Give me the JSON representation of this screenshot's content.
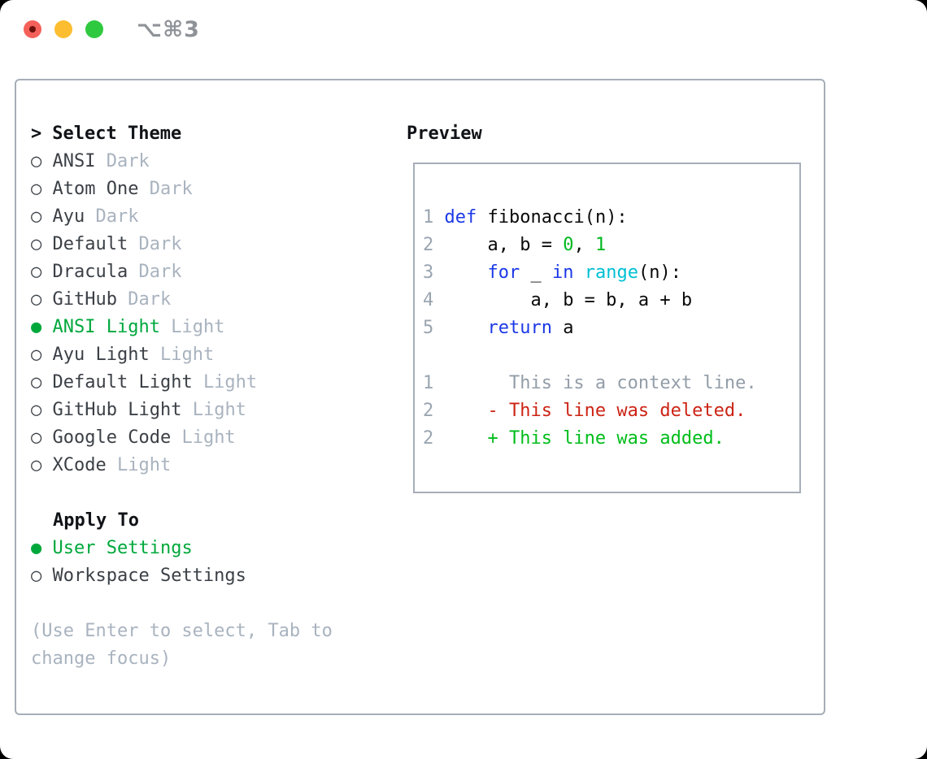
{
  "window": {
    "title": "⌥⌘3"
  },
  "theme_selector": {
    "header": {
      "marker": ">",
      "label": "Select Theme"
    },
    "items": [
      {
        "marker": "○",
        "name": "ANSI",
        "variant": "Dark",
        "selected": false
      },
      {
        "marker": "○",
        "name": "Atom One",
        "variant": "Dark",
        "selected": false
      },
      {
        "marker": "○",
        "name": "Ayu",
        "variant": "Dark",
        "selected": false
      },
      {
        "marker": "○",
        "name": "Default",
        "variant": "Dark",
        "selected": false
      },
      {
        "marker": "○",
        "name": "Dracula",
        "variant": "Dark",
        "selected": false
      },
      {
        "marker": "○",
        "name": "GitHub",
        "variant": "Dark",
        "selected": false
      },
      {
        "marker": "●",
        "name": "ANSI Light",
        "variant": "Light",
        "selected": true
      },
      {
        "marker": "○",
        "name": "Ayu Light",
        "variant": "Light",
        "selected": false
      },
      {
        "marker": "○",
        "name": "Default Light",
        "variant": "Light",
        "selected": false
      },
      {
        "marker": "○",
        "name": "GitHub Light",
        "variant": "Light",
        "selected": false
      },
      {
        "marker": "○",
        "name": "Google Code",
        "variant": "Light",
        "selected": false
      },
      {
        "marker": "○",
        "name": "XCode",
        "variant": "Light",
        "selected": false
      }
    ],
    "apply_to": {
      "header": "Apply To",
      "options": [
        {
          "marker": "●",
          "label": "User Settings",
          "selected": true
        },
        {
          "marker": "○",
          "label": "Workspace Settings",
          "selected": false
        }
      ]
    },
    "hint_lines": [
      "(Use Enter to select, Tab to",
      "change focus)"
    ]
  },
  "preview": {
    "header": "Preview",
    "code_lines": [
      {
        "tokens": [
          {
            "t": "1",
            "c": "ln"
          },
          {
            "t": " ",
            "c": "pl"
          },
          {
            "t": "def",
            "c": "kw"
          },
          {
            "t": " fibonacci(n):",
            "c": "pl"
          }
        ]
      },
      {
        "tokens": [
          {
            "t": "2",
            "c": "ln"
          },
          {
            "t": "     a, b = ",
            "c": "pl"
          },
          {
            "t": "0",
            "c": "nu"
          },
          {
            "t": ", ",
            "c": "pl"
          },
          {
            "t": "1",
            "c": "nu"
          }
        ]
      },
      {
        "tokens": [
          {
            "t": "3",
            "c": "ln"
          },
          {
            "t": "     ",
            "c": "pl"
          },
          {
            "t": "for",
            "c": "kw"
          },
          {
            "t": " _ ",
            "c": "pl"
          },
          {
            "t": "in",
            "c": "kw"
          },
          {
            "t": " ",
            "c": "pl"
          },
          {
            "t": "range",
            "c": "fn"
          },
          {
            "t": "(n):",
            "c": "pl"
          }
        ]
      },
      {
        "tokens": [
          {
            "t": "4",
            "c": "ln"
          },
          {
            "t": "         a, b = b, a + b",
            "c": "pl"
          }
        ]
      },
      {
        "tokens": [
          {
            "t": "5",
            "c": "ln"
          },
          {
            "t": "     ",
            "c": "pl"
          },
          {
            "t": "return",
            "c": "kw"
          },
          {
            "t": " a",
            "c": "pl"
          }
        ]
      },
      {
        "tokens": []
      },
      {
        "tokens": [
          {
            "t": "1",
            "c": "ln"
          },
          {
            "t": "       This is a context line.",
            "c": "ctx"
          }
        ]
      },
      {
        "tokens": [
          {
            "t": "2",
            "c": "ln"
          },
          {
            "t": "     - This line was deleted.",
            "c": "del"
          }
        ]
      },
      {
        "tokens": [
          {
            "t": "2",
            "c": "ln"
          },
          {
            "t": "     + This line was added.",
            "c": "add"
          }
        ]
      }
    ]
  },
  "colors": {
    "selected_green": "#00a83c",
    "keyword_blue": "#1c39e6",
    "number_green": "#00b81f",
    "builtin_cyan": "#00c0d4",
    "deleted_red": "#cc2314",
    "added_green": "#00bd1a",
    "context_gray": "#939da8",
    "muted_gray": "#a9b3bf",
    "border_gray": "#a6aeb8",
    "traffic_red": "#f4615a",
    "traffic_yellow": "#fcbd30",
    "traffic_green": "#2fc93f"
  }
}
